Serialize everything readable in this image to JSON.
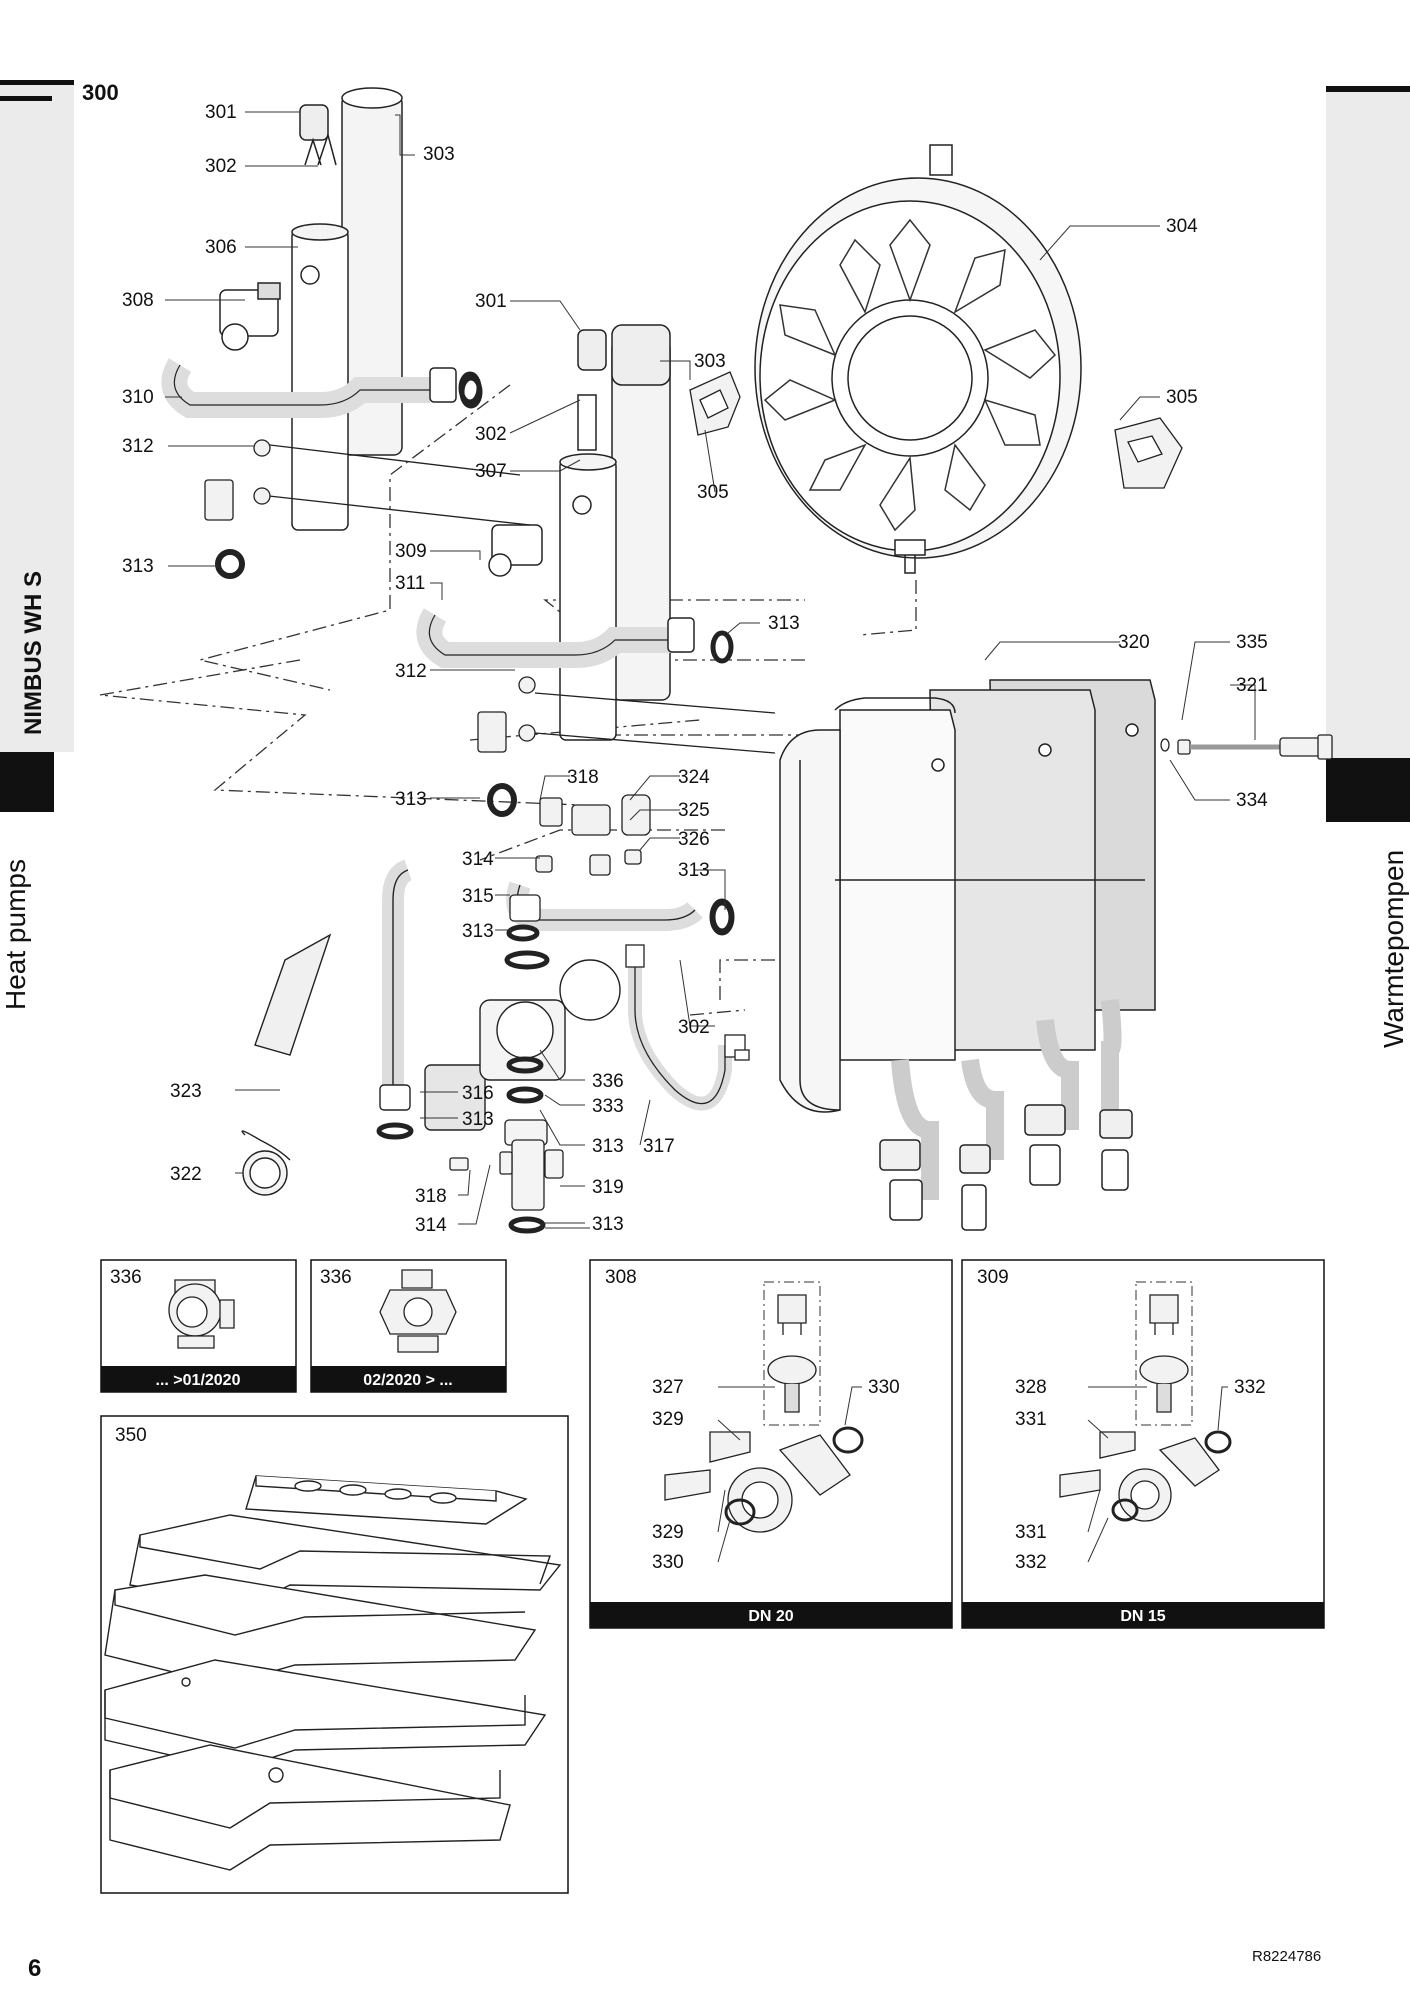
{
  "page": {
    "section_number": "300",
    "page_number": "6",
    "doc_code": "R8224786",
    "left_tab_model": "NIMBUS WH S",
    "left_tab_category": "Heat pumps",
    "right_tab_category": "Warmtepompen"
  },
  "callouts": {
    "c301a": "301",
    "c302a": "302",
    "c303a": "303",
    "c304": "304",
    "c305a": "305",
    "c306": "306",
    "c308": "308",
    "c301b": "301",
    "c303b": "303",
    "c310": "310",
    "c302b": "302",
    "c312a": "312",
    "c307": "307",
    "c305b": "305",
    "c313a": "313",
    "c309": "309",
    "c311": "311",
    "c313b": "313",
    "c320": "320",
    "c335": "335",
    "c321": "321",
    "c312b": "312",
    "c318a": "318",
    "c324": "324",
    "c313c": "313",
    "c325": "325",
    "c334": "334",
    "c326": "326",
    "c314a": "314",
    "c313d": "313",
    "c315": "315",
    "c313e": "313",
    "c302c": "302",
    "c336": "336",
    "c323": "323",
    "c316": "316",
    "c333": "333",
    "c313f": "313",
    "c313g": "313",
    "c317": "317",
    "c322": "322",
    "c319": "319",
    "c318b": "318",
    "c314b": "314",
    "c313h": "313"
  },
  "insets": {
    "pump_old": {
      "id": "336",
      "caption": "... >01/2020"
    },
    "pump_new": {
      "id": "336",
      "caption": "02/2020 > ..."
    },
    "insulation": {
      "id": "350"
    },
    "valve_dn20": {
      "id": "308",
      "caption": "DN 20",
      "labels": [
        "327",
        "330",
        "329",
        "329",
        "330"
      ]
    },
    "valve_dn15": {
      "id": "309",
      "caption": "DN 15",
      "labels": [
        "328",
        "332",
        "331",
        "331",
        "332"
      ]
    }
  }
}
